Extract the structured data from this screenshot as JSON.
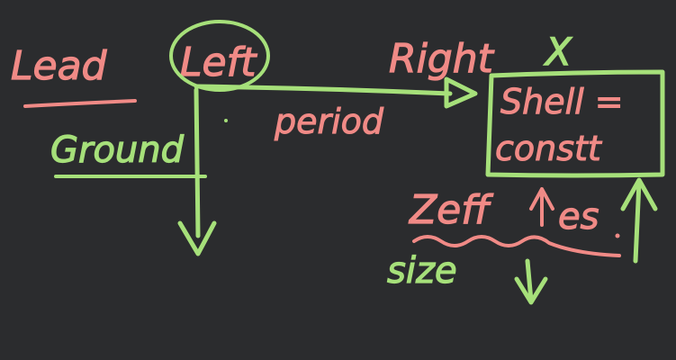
{
  "colors": {
    "background": "#2b2c2e",
    "pink": "#f08a86",
    "green": "#a6e07a"
  },
  "labels": {
    "lead": "Lead",
    "left": "Left",
    "right": "Right",
    "cross": "X",
    "period": "period",
    "ground": "Ground",
    "box_line1": "Shell =",
    "box_line2": "constt",
    "zeff": "Zeff",
    "es": "es",
    "size": "size"
  }
}
